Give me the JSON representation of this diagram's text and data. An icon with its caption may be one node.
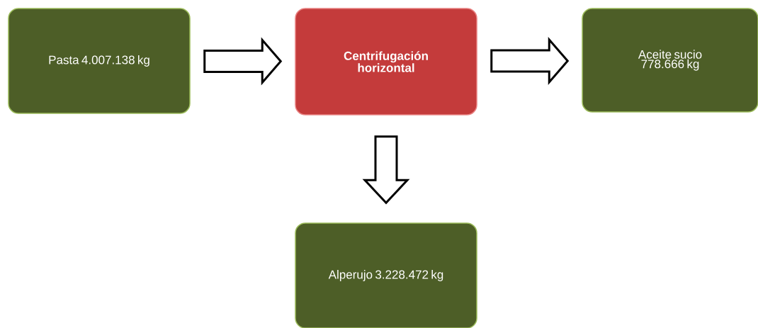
{
  "diagram": {
    "nodes": [
      {
        "text": [
          "Pasta 4.007.138 kg"
        ]
      },
      {
        "text": [
          "Centrifugación horizontal"
        ]
      },
      {
        "text": [
          "Aceite sucio 778.666 kg"
        ]
      },
      {
        "text": [
          "Alperujo 3.228.472 kg"
        ]
      }
    ],
    "edges": [
      {
        "from": 0,
        "to": 1,
        "arrow": "to"
      },
      {
        "from": 1,
        "to": 2,
        "arrow": "to"
      },
      {
        "from": 1,
        "to": 3,
        "arrow": "to"
      }
    ]
  }
}
